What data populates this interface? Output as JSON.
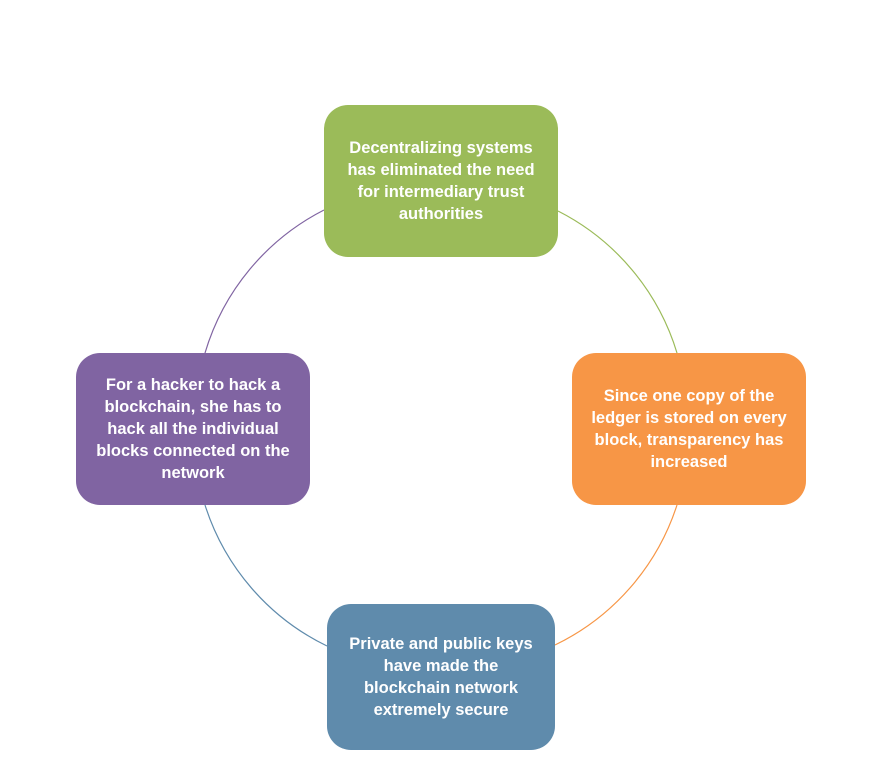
{
  "colors": {
    "top": "#9bbb59",
    "right": "#f79646",
    "bottom": "#5f8bac",
    "left": "#8064a2"
  },
  "nodes": {
    "top": "Decentralizing systems has eliminated the need for intermediary trust authorities",
    "right": "Since one copy of the ledger is stored on every block, transparency has increased",
    "bottom": "Private and public keys have made the blockchain network extremely secure",
    "left": "For a hacker to hack a blockchain, she has to hack all the individual blocks connected on the network"
  }
}
